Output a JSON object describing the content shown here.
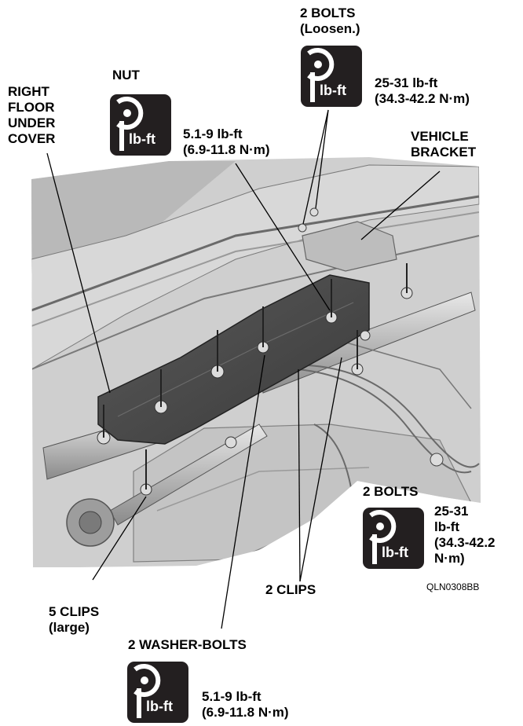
{
  "figure_code": "QLN0308BB",
  "torque_icon": {
    "name": "torque-wrench-icon",
    "text": "lb-ft"
  },
  "labels": {
    "bolts_top_title": "2 BOLTS",
    "bolts_top_note": "(Loosen.)",
    "bolts_top_torque_1": "25-31 lb-ft",
    "bolts_top_torque_2": "(34.3-42.2 N·m)",
    "nut_title": "NUT",
    "nut_torque_1": "5.1-9 lb-ft",
    "nut_torque_2": "(6.9-11.8 N·m)",
    "cover_1": "RIGHT",
    "cover_2": "FLOOR",
    "cover_3": "UNDER",
    "cover_4": "COVER",
    "bracket_1": "VEHICLE",
    "bracket_2": "BRACKET",
    "bolts_right_title": "2 BOLTS",
    "bolts_right_torque_1": "25-31",
    "bolts_right_torque_2": "lb-ft",
    "bolts_right_torque_3": "(34.3-42.2",
    "bolts_right_torque_4": "N·m)",
    "clips_large_1": "5 CLIPS",
    "clips_large_2": "(large)",
    "clips_small": "2 CLIPS",
    "washer_bolts": "2 WASHER-BOLTS",
    "washer_torque_1": "5.1-9 lb-ft",
    "washer_torque_2": "(6.9-11.8 N·m)"
  }
}
